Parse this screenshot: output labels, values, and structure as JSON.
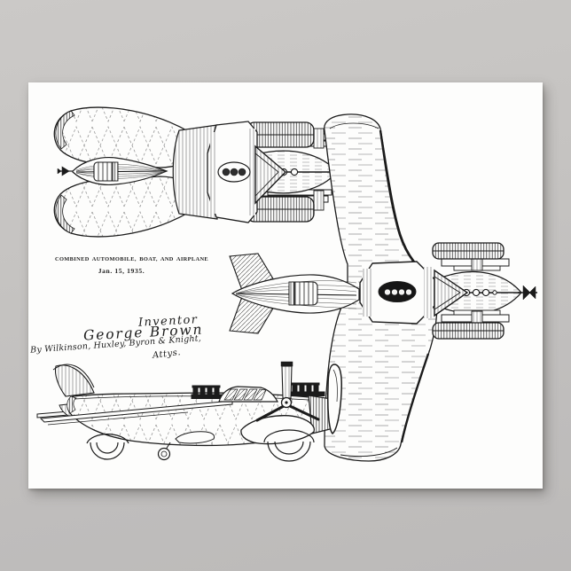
{
  "page": {
    "backdrop_color_top": "#cbc9c7",
    "backdrop_color_bottom": "#bcbab9"
  },
  "poster": {
    "paper_color": "#fdfdfc",
    "ink_color": "#1b1b1b",
    "title": "COMBINED AUTOMOBILE, BOAT, AND AIRPLANE",
    "date": "Jan. 15, 1935.",
    "signature": {
      "inventor_label": "Inventor",
      "inventor_name": "George Brown",
      "attorney_line": "By Wilkinson, Huxley, Byron & Knight,",
      "attys_label": "Attys."
    },
    "figures": {
      "fig1": "top-view-wings-folded",
      "fig2": "top-view-wing-extended",
      "fig3": "side-view"
    }
  }
}
